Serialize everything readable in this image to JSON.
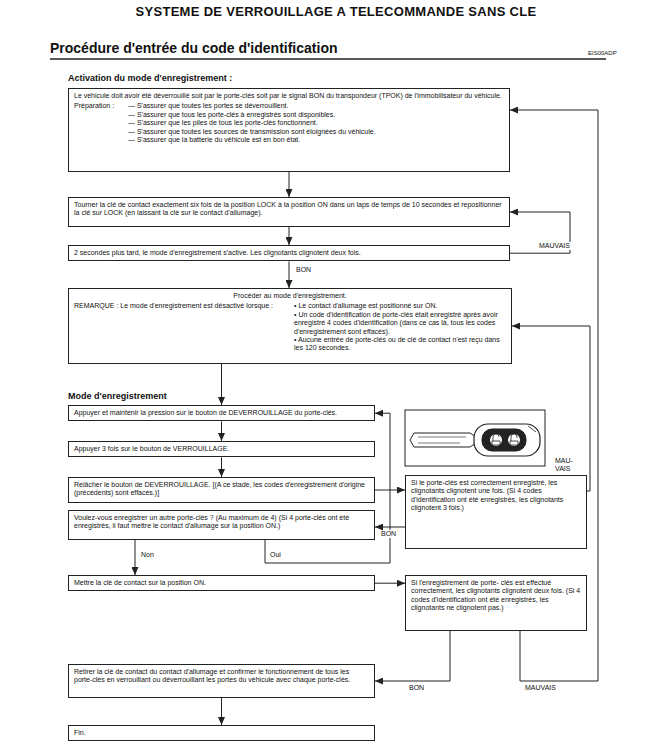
{
  "diagram": {
    "title": "SYSTEME DE VERROUILLAGE A TELECOMMANDE SANS CLE",
    "nodes": [
      {
        "text": [
          "Le véhicule doit avoir été déverrouillé soit par le porte-clés soit par le signal BON du transpondeur (TPOK) de l'immobilisateur du véhicule.",
          "Préparation :",
          "— S'assurer que toutes les portes se déverrouillent.",
          "— S'assurer que tous les porte-clés à enregistrés sont disponibles.",
          "— S'assurer que les piles de tous les porte-clés fonctionnent.",
          "— S'assurer que toutes les sources de transmission sont éloignées du véhicule.",
          "— S'assurer que la batterie du véhicule est en bon état."
        ]
      },
      {
        "text": [
          "Tourner la clé de contact exactement six fois de la position LOCK à la position ON dans un laps de temps de 10 secondes et repositionner la clé sur LOCK (en laissant la clé sur le contact d'allumage)."
        ]
      },
      {
        "text": [
          "2 secondes plus tard, le mode d'enregistrement s'active. Les clignotants clignotent deux fois."
        ]
      },
      {
        "text": [
          "Procéder au mode d'enregistrement.",
          "REMARQUE : Le mode d'enregistrement est désactivé lorsque :",
          "• Le contact d'allumage est positionné sur ON.",
          "• Un code d'identification de porte-clés était enregistré après avoir enregistré 4 codes d'identification (dans ce cas là, tous les codes d'enregistrement sont effacés).",
          "• Aucune entrée de porte-clés ou de clé de contact n'est reçu dans les 120 secondes."
        ]
      },
      {
        "text": [
          "Appuyer et maintenir la pression sur le bouton de DEVERROUILLAGE du porte-clés."
        ]
      },
      {
        "text": [
          "Appuyer 3 fois sur le bouton de VERROUILLAGE."
        ]
      },
      {
        "text": [
          "Relâcher le bouton de DEVERROUILLAGE. [(A ce stade, les codes d'enregistrement d'origine (précédents) sont effacés.)]"
        ]
      },
      {
        "text": [
          "Voulez-vous enregistrer un autre porte-clés ? (Au maximum de 4) (Si 4 porte-clés ont été enregistrés, il faut mettre le contact d'allumage sur la position ON.)"
        ]
      },
      {
        "text": [
          "Si le porte-clés est correctement enregistré, les clignotants clignotent une fois. (Si 4 codes d'identification ont été enregistrés, les clignotants clignotent 3 fois.)"
        ]
      },
      {
        "text": [
          "Mettre la clé de contact sur la position ON."
        ]
      },
      {
        "text": [
          "Si l'enregistrement de porte- clés est effectué correctement, les clignotants clignotent deux fois. (Si 4 codes d'identification ont été enregistrés, les clignotants ne clignotent pas.)"
        ]
      },
      {
        "text": [
          "Retirer la clé de contact du contact d'allumage et confirmer le fonctionnement de tous les porte-clés en verrouillant ou déverrouillant les portes du véhicule avec chaque porte-clés."
        ]
      },
      {
        "text": [
          "Fin."
        ]
      }
    ],
    "edges": [
      {
        "from": 0,
        "to": 1,
        "arrow": "to"
      },
      {
        "from": 1,
        "to": 2,
        "arrow": "to"
      },
      {
        "from": 2,
        "to": 1,
        "label": "MAUVAIS",
        "arrow": "to"
      },
      {
        "from": 2,
        "to": 3,
        "label": "BON",
        "arrow": "to"
      },
      {
        "from": 3,
        "to": 4,
        "arrow": "to"
      },
      {
        "from": 4,
        "to": 5,
        "arrow": "to"
      },
      {
        "from": 5,
        "to": 6,
        "arrow": "to"
      },
      {
        "from": 6,
        "to": 8,
        "arrow": "to"
      },
      {
        "from": 8,
        "to": 7,
        "label": "BON",
        "arrow": "to"
      },
      {
        "from": 8,
        "to": 3,
        "label": "MAU- VAIS",
        "arrow": "to"
      },
      {
        "from": 7,
        "to": 9,
        "label": "Non",
        "arrow": "to"
      },
      {
        "from": 7,
        "to": 4,
        "label": "Oui",
        "arrow": "to"
      },
      {
        "from": 9,
        "to": 10,
        "arrow": "to"
      },
      {
        "from": 10,
        "to": 11,
        "label": "BON",
        "arrow": "to"
      },
      {
        "from": 10,
        "to": 0,
        "label": "MAUVAIS",
        "arrow": "to"
      },
      {
        "from": 11,
        "to": 12,
        "arrow": "to"
      }
    ],
    "labels": [
      "Procédure d'entrée du code d'identification",
      "EIS00ADP",
      "Activation du mode d'enregistrement :",
      "Mode d'enregistrement"
    ]
  }
}
